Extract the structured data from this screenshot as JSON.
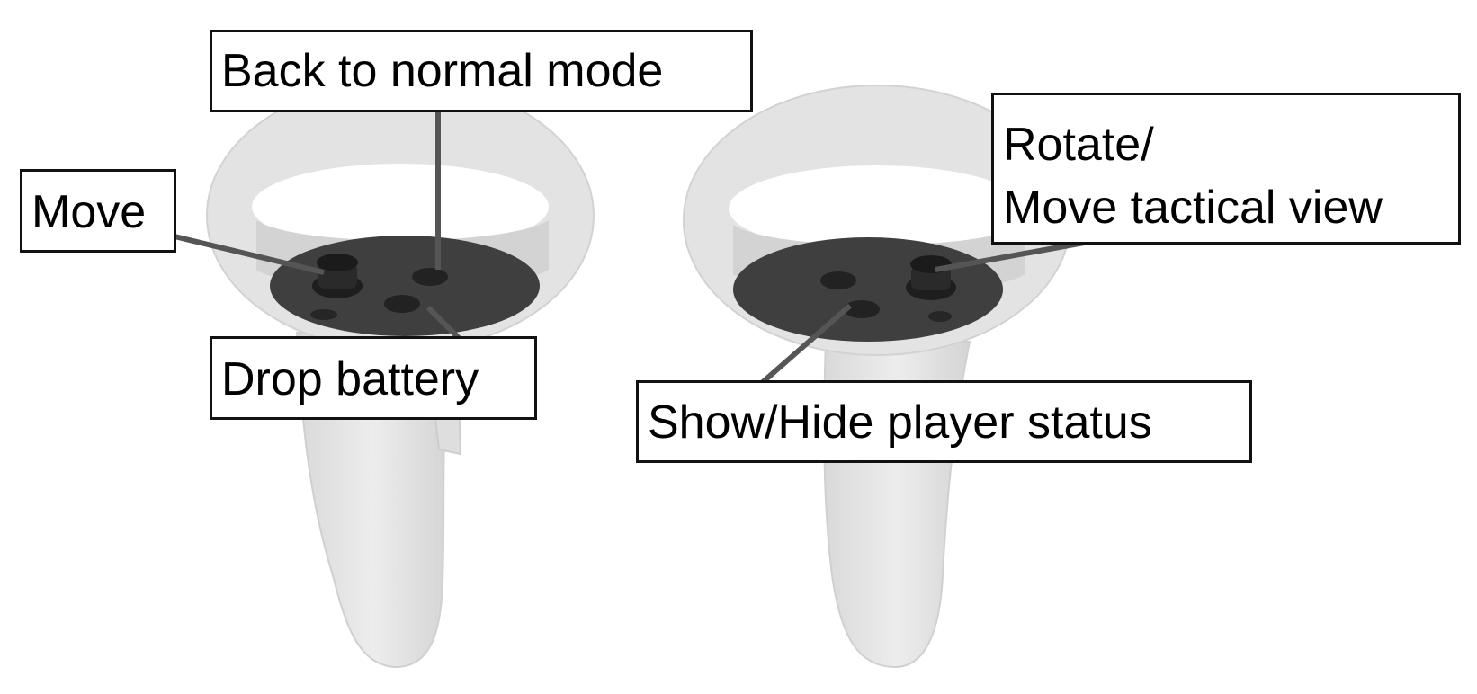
{
  "labels": {
    "move": "Move",
    "back_to_normal": "Back to normal mode",
    "drop_battery": "Drop battery",
    "rotate_line1": "Rotate/",
    "rotate_line2": "Move tactical view",
    "show_hide": "Show/Hide player status"
  },
  "colors": {
    "controller_body": "#e4e4e4",
    "controller_shade": "#cfcfcf",
    "face_plate": "#3f3f3f",
    "buttons": "#262626",
    "leader_line": "#555555",
    "label_border": "#111111"
  }
}
